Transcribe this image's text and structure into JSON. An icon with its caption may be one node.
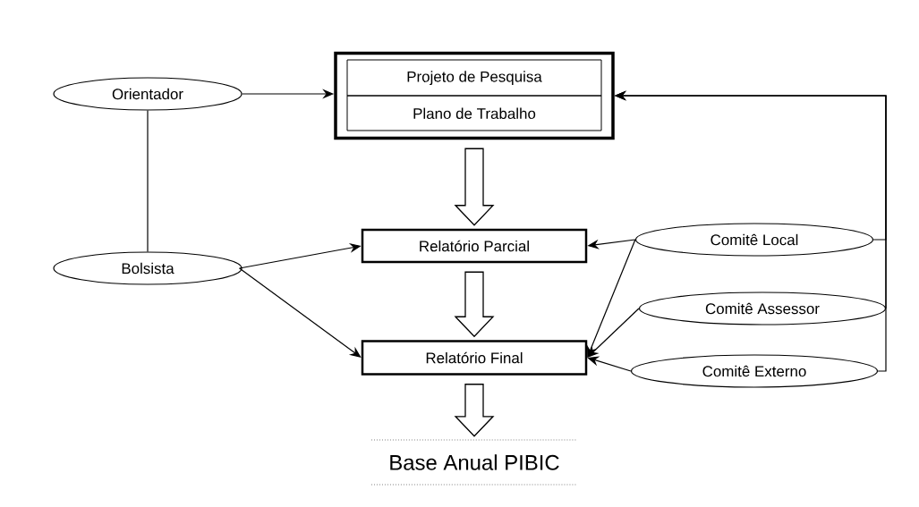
{
  "diagram": {
    "nodes": [
      {
        "text": [
          "Orientador"
        ]
      },
      {
        "text": [
          "Projeto de Pesquisa",
          "Plano de Trabalho"
        ]
      },
      {
        "text": [
          "Bolsista"
        ]
      },
      {
        "text": [
          "Relatório Parcial"
        ]
      },
      {
        "text": [
          "Comitê Local"
        ]
      },
      {
        "text": [
          "Comitê Assessor"
        ]
      },
      {
        "text": [
          "Relatório Final"
        ]
      },
      {
        "text": [
          "Comitê Externo"
        ]
      },
      {
        "text": [
          "Base Anual PIBIC"
        ]
      }
    ],
    "edges": [
      {
        "from": 0,
        "to": 1,
        "arrow": "to"
      },
      {
        "from": 0,
        "to": 2,
        "arrow": "none"
      },
      {
        "from": 2,
        "to": 3,
        "arrow": "to"
      },
      {
        "from": 2,
        "to": 6,
        "arrow": "to"
      },
      {
        "from": 4,
        "to": 3,
        "arrow": "to"
      },
      {
        "from": 4,
        "to": 6,
        "arrow": "to"
      },
      {
        "from": 5,
        "to": 6,
        "arrow": "to"
      },
      {
        "from": 7,
        "to": 6,
        "arrow": "to"
      },
      {
        "from": 4,
        "to": 1,
        "arrow": "to"
      },
      {
        "from": 5,
        "to": 1,
        "arrow": "to"
      },
      {
        "from": 7,
        "to": 1,
        "arrow": "to"
      },
      {
        "from": 1,
        "to": 3,
        "arrow": "to",
        "style": "thick"
      },
      {
        "from": 3,
        "to": 6,
        "arrow": "to",
        "style": "thick"
      },
      {
        "from": 6,
        "to": 8,
        "arrow": "to",
        "style": "thick"
      }
    ]
  }
}
